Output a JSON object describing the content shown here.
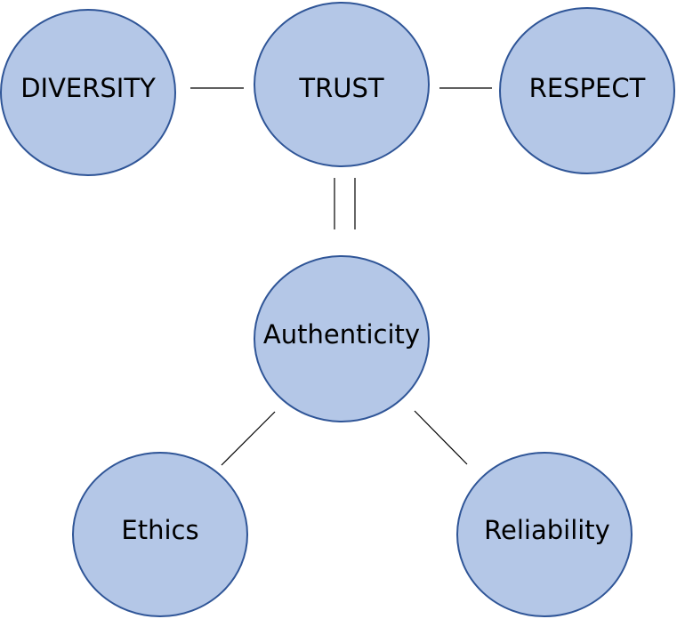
{
  "colors": {
    "node_fill": "#b4c7e7",
    "node_stroke": "#2f5597",
    "connector": "#000000",
    "background": "#ffffff"
  },
  "diagram": {
    "nodes": [
      {
        "id": "diversity",
        "label": "DIVERSITY"
      },
      {
        "id": "trust",
        "label": "TRUST"
      },
      {
        "id": "respect",
        "label": "RESPECT"
      },
      {
        "id": "authenticity",
        "label": "Authenticity"
      },
      {
        "id": "ethics",
        "label": "Ethics"
      },
      {
        "id": "reliability",
        "label": "Reliability"
      }
    ],
    "edges": [
      {
        "from": "diversity",
        "to": "trust",
        "style": "single"
      },
      {
        "from": "trust",
        "to": "respect",
        "style": "single"
      },
      {
        "from": "trust",
        "to": "authenticity",
        "style": "double"
      },
      {
        "from": "authenticity",
        "to": "ethics",
        "style": "single"
      },
      {
        "from": "authenticity",
        "to": "reliability",
        "style": "single"
      }
    ]
  }
}
